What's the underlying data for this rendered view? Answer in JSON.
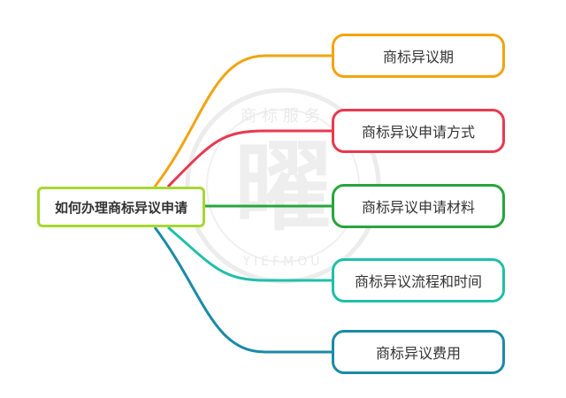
{
  "diagram": {
    "type": "mind-map",
    "root": {
      "label": "如何办理商标异议申请",
      "color": "#a6d82f"
    },
    "branches": [
      {
        "label": "商标异议期",
        "color": "#f2a40f"
      },
      {
        "label": "商标异议申请方式",
        "color": "#e8394f"
      },
      {
        "label": "商标异议申请材料",
        "color": "#27a53d"
      },
      {
        "label": "商标异议流程和时间",
        "color": "#21bfa9"
      },
      {
        "label": "商标异议费用",
        "color": "#1b8aa8"
      }
    ]
  },
  "watermark": {
    "glyph": "曜",
    "ring_text": "商标服务",
    "bottom_text": "YIEFMOU",
    "color": "#e9e9e9"
  }
}
